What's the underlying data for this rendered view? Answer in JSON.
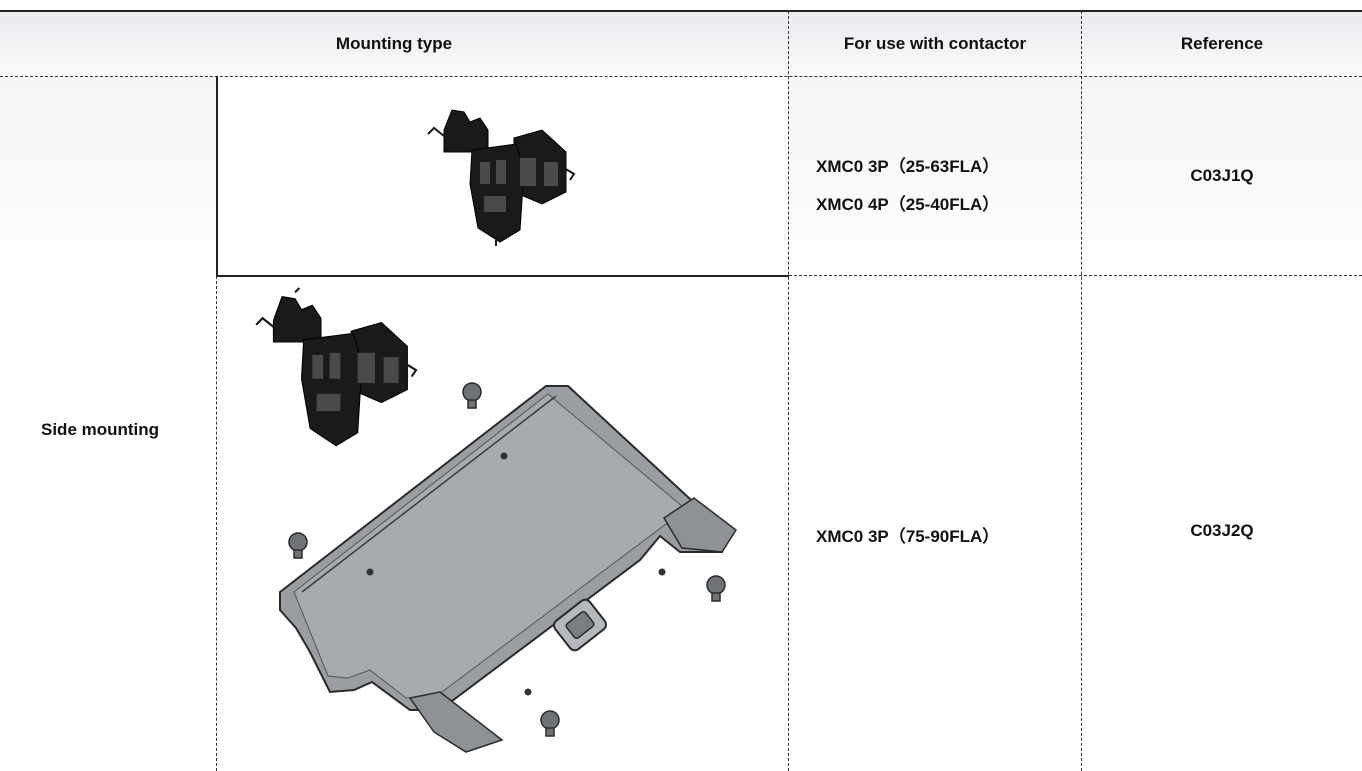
{
  "table": {
    "headers": {
      "mounting_type": "Mounting type",
      "contactor": "For use with contactor",
      "reference": "Reference"
    },
    "rows": [
      {
        "contactor_lines": [
          "XMC0 3P（25-63FLA）",
          "XMC0 4P（25-40FLA）"
        ],
        "reference": "C03J1Q"
      },
      {
        "contactor_lines": [
          "XMC0 3P（75-90FLA）"
        ],
        "reference": "C03J2Q"
      }
    ],
    "group_label": "Side mounting"
  },
  "icons": {
    "bracket": "mounting-bracket-image",
    "plate": "mounting-plate-image",
    "screw": "screw-image"
  }
}
